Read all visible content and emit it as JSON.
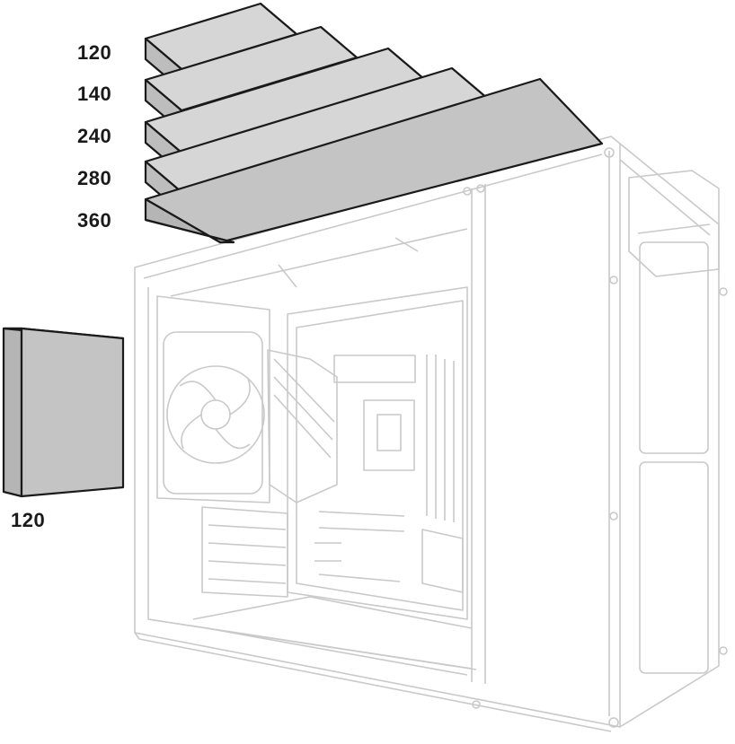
{
  "top_radiator_sizes": [
    {
      "label": "120"
    },
    {
      "label": "140"
    },
    {
      "label": "240"
    },
    {
      "label": "280"
    },
    {
      "label": "360"
    }
  ],
  "rear_radiator": {
    "label": "120"
  },
  "colors": {
    "radiator_fill": "#c4c4c4",
    "radiator_top": "#d6d6d6",
    "outline": "#1a1a1a",
    "case_line": "#c9c9c9",
    "background": "#ffffff"
  },
  "icons": [
    "radiator-panel-icon",
    "pc-case-icon",
    "cpu-fan-icon",
    "motherboard-icon"
  ]
}
